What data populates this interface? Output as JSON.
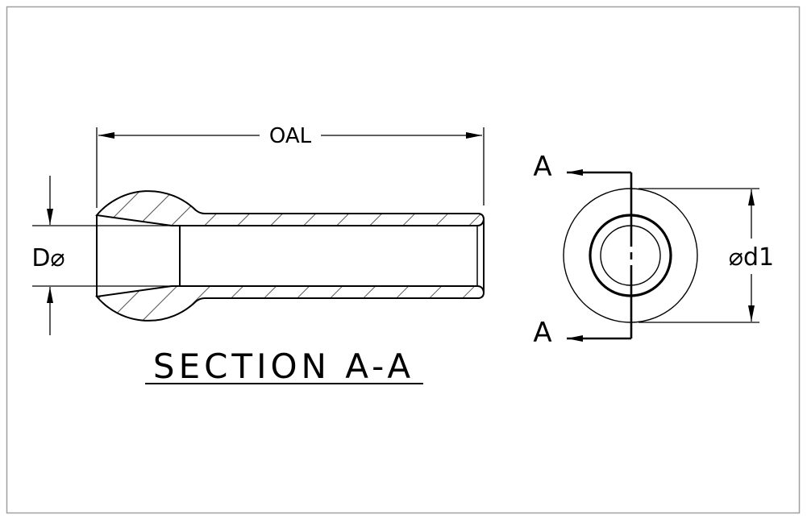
{
  "dimensions": {
    "overall_length": "OAL",
    "bore_diameter": "D⌀",
    "outer_diameter": "⌀d1"
  },
  "section": {
    "marker_top": "A",
    "marker_bottom": "A",
    "title": "SECTION A-A"
  },
  "colors": {
    "line": "#000000",
    "frame": "#a0a0a0",
    "background": "#ffffff"
  }
}
